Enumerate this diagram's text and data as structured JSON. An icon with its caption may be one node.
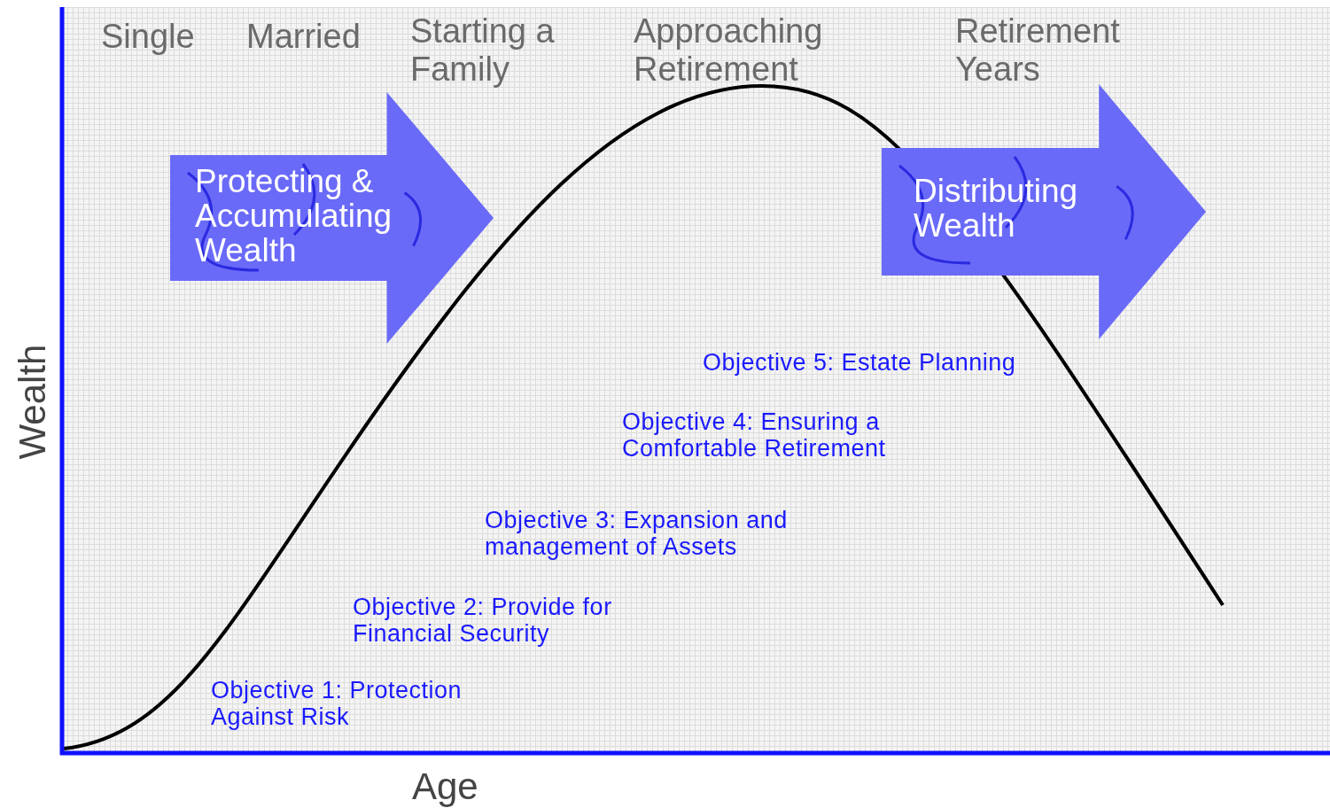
{
  "diagram": {
    "nodes": [
      {
        "text": [
          "Protecting & Accumulating Wealth"
        ]
      },
      {
        "text": [
          "Distributing Wealth"
        ]
      }
    ],
    "labels": [
      "Single",
      "Married",
      "Starting a Family",
      "Approaching Retirement",
      "Retirement Years",
      "Objective 5: Estate Planning",
      "Objective 4: Ensuring a Comfortable Retirement",
      "Objective 3: Expansion and management of Assets",
      "Objective 2: Provide for Financial Security",
      "Objective 1: Protection Against Risk",
      "Wealth",
      "Age"
    ]
  }
}
